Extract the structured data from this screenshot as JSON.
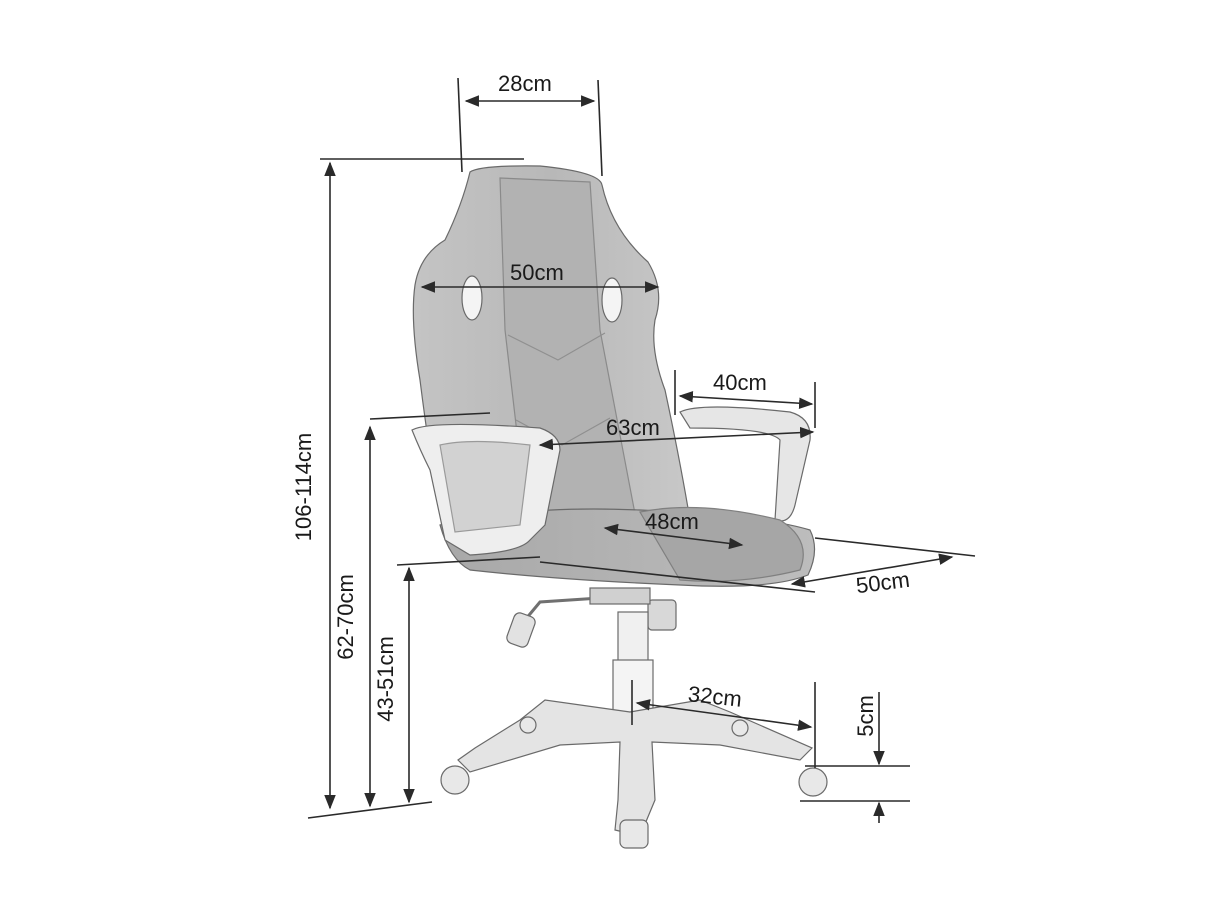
{
  "diagram": {
    "subject": "Office chair dimensions",
    "unit": "cm",
    "colors": {
      "line": "#2a2a2a",
      "chair_fill": "#cfcfcf",
      "chair_dark": "#9a9a9a",
      "chair_light": "#ececec",
      "background": "#ffffff"
    },
    "dimensions": {
      "headrest_width": "28cm",
      "backrest_width": "50cm",
      "armrest_depth": "40cm",
      "width_between_armrests": "63cm",
      "seat_width": "48cm",
      "seat_depth": "50cm",
      "base_radius": "32cm",
      "caster_height": "5cm",
      "total_height": "106-114cm",
      "armrest_height": "62-70cm",
      "seat_height": "43-51cm"
    }
  }
}
